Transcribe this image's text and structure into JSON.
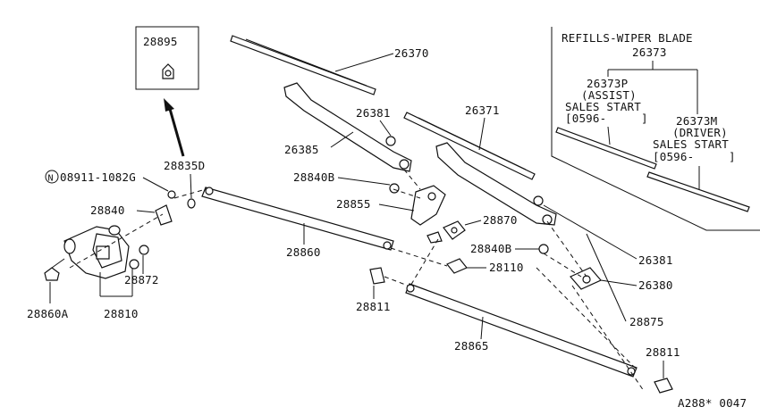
{
  "parts": {
    "p28895": "28895",
    "p26370": "26370",
    "p26371": "26371",
    "p26381a": "26381",
    "p26381b": "26381",
    "p26385": "26385",
    "p28835d": "28835D",
    "p08911": "08911-1082G",
    "p08911_prefix": "N",
    "p28840b_a": "28840B",
    "p28840b_b": "28840B",
    "p28840": "28840",
    "p28855": "28855",
    "p28870": "28870",
    "p28860": "28860",
    "p28872": "28872",
    "p28860a": "28860A",
    "p28810": "28810",
    "p28110": "28110",
    "p28811a": "28811",
    "p28811b": "28811",
    "p28865": "28865",
    "p26380": "26380",
    "p28875": "28875"
  },
  "refills": {
    "title": "REFILLS-WIPER BLADE",
    "group": "26373",
    "assist_part": "26373P",
    "assist_label": "(ASSIST)",
    "assist_sales": "SALES START",
    "assist_date": "[0596-     ]",
    "driver_part": "26373M",
    "driver_label": "(DRIVER)",
    "driver_sales": "SALES START",
    "driver_date": "[0596-     ]"
  },
  "footer": {
    "code": "A288* 0047"
  }
}
